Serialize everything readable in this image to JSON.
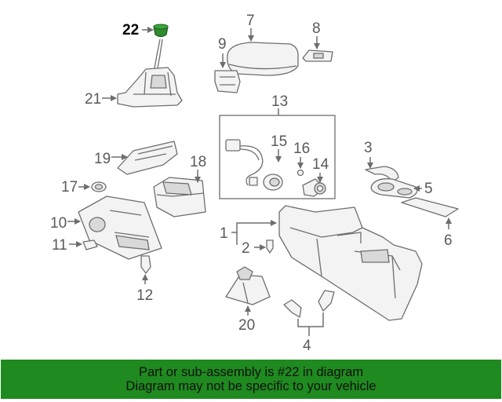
{
  "colors": {
    "banner_bg": "#1f8a1f",
    "highlight_part": "#2e8b2e",
    "line": "#6e6e6e"
  },
  "callouts": {
    "c1": "1",
    "c2": "2",
    "c3": "3",
    "c4": "4",
    "c5": "5",
    "c6": "6",
    "c7": "7",
    "c8": "8",
    "c9": "9",
    "c10": "10",
    "c11": "11",
    "c12": "12",
    "c13": "13",
    "c14": "14",
    "c15": "15",
    "c16": "16",
    "c17": "17",
    "c18": "18",
    "c19": "19",
    "c20": "20",
    "c21": "21",
    "c22": "22"
  },
  "highlighted_callout": "22",
  "banner": {
    "line1": "Part or sub-assembly is #22 in diagram",
    "line2": "Diagram may not be specific to your vehicle"
  }
}
